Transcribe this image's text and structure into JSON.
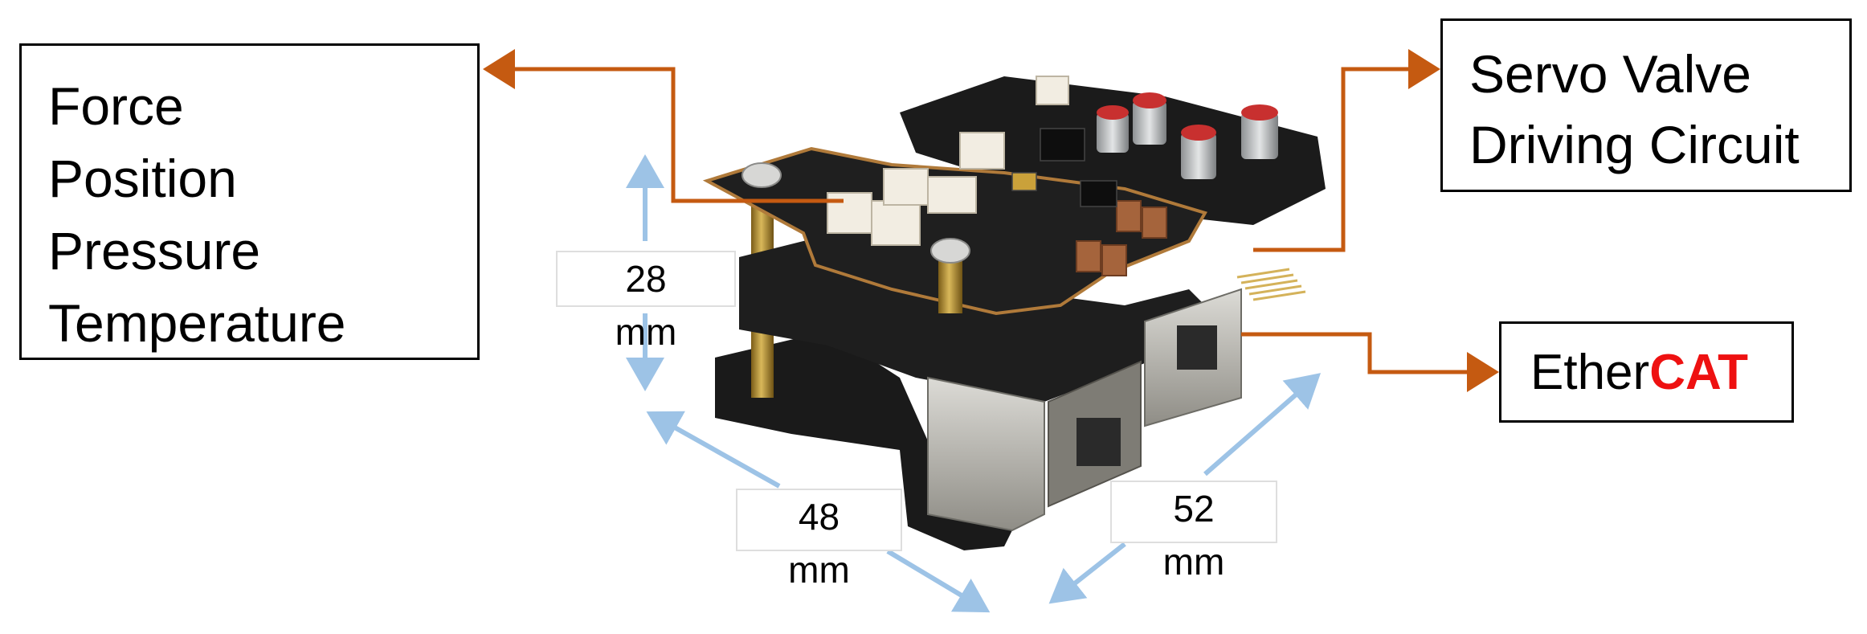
{
  "sensors_label": {
    "lines": [
      "Force",
      "Position",
      "Pressure",
      "Temperature"
    ]
  },
  "servo_label": {
    "lines": [
      "Servo Valve",
      "Driving Circuit"
    ]
  },
  "ethercat_label": {
    "prefix": "Ether",
    "suffix": "CAT",
    "suffix_color": "#ee1111"
  },
  "dimensions": {
    "height": {
      "value": "28",
      "unit": "mm"
    },
    "width": {
      "value": "48",
      "unit": "mm"
    },
    "depth": {
      "value": "52",
      "unit": "mm"
    }
  },
  "colors": {
    "callout_arrow": "#c55a11",
    "dimension_arrow": "#9dc3e6",
    "pcb": "#1c1c1c",
    "standoff_brass": "#b8952f",
    "connector_white": "#f2ede2",
    "capacitor_silver": "#c9cbcc",
    "capacitor_red": "#c8302f",
    "rj45_metal": "#b7b6b0"
  }
}
